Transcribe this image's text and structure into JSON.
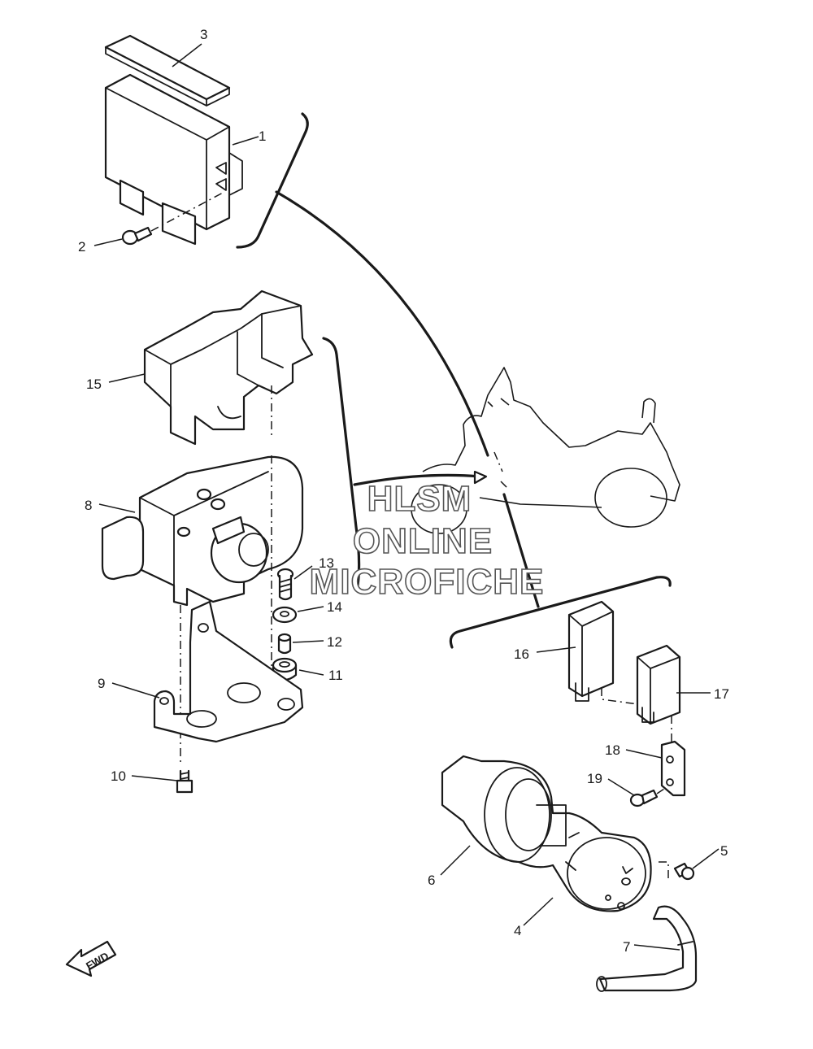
{
  "callouts": [
    {
      "id": "c1",
      "label": "1"
    },
    {
      "id": "c2",
      "label": "2"
    },
    {
      "id": "c3",
      "label": "3"
    },
    {
      "id": "c4",
      "label": "4"
    },
    {
      "id": "c5",
      "label": "5"
    },
    {
      "id": "c6",
      "label": "6"
    },
    {
      "id": "c7",
      "label": "7"
    },
    {
      "id": "c8",
      "label": "8"
    },
    {
      "id": "c9",
      "label": "9"
    },
    {
      "id": "c10",
      "label": "10"
    },
    {
      "id": "c11",
      "label": "11"
    },
    {
      "id": "c12",
      "label": "12"
    },
    {
      "id": "c13",
      "label": "13"
    },
    {
      "id": "c14",
      "label": "14"
    },
    {
      "id": "c15",
      "label": "15"
    },
    {
      "id": "c16",
      "label": "16"
    },
    {
      "id": "c17",
      "label": "17"
    },
    {
      "id": "c18",
      "label": "18"
    },
    {
      "id": "c19",
      "label": "19"
    }
  ],
  "watermark": {
    "line1": "HLSM",
    "line2": "ONLINE",
    "line3": "MICROFICHE"
  },
  "direction_badge": {
    "label": "FWD"
  }
}
